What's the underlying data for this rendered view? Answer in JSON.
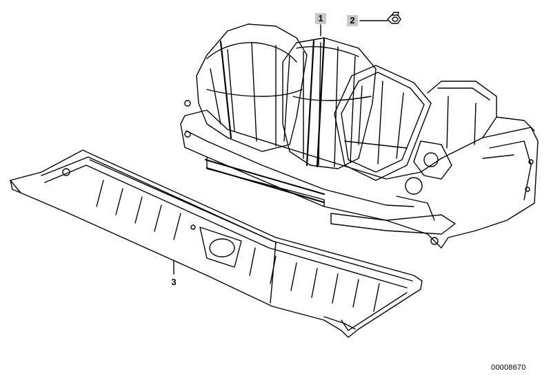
{
  "callouts": [
    {
      "id": "1",
      "label": "1",
      "highlighted": true
    },
    {
      "id": "2",
      "label": "2",
      "highlighted": true
    },
    {
      "id": "3",
      "label": "3",
      "highlighted": false
    }
  ],
  "reference_number": "00008670",
  "colors": {
    "line": "#000000",
    "highlight": "#c8c8c8",
    "background": "#ffffff"
  }
}
